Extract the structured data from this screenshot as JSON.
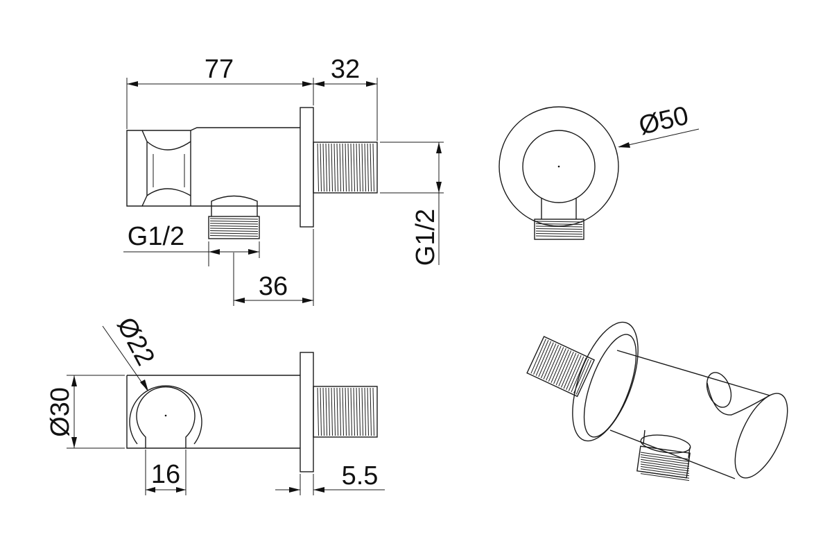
{
  "dimensions": {
    "length_77": "77",
    "length_32": "32",
    "thread_side": "G1/2",
    "thread_bottom": "G1/2",
    "length_36": "36",
    "diameter_50": "Ø50",
    "diameter_22": "Ø22",
    "diameter_30": "Ø30",
    "width_16": "16",
    "flange_5_5": "5.5"
  },
  "colors": {
    "line": "#1a1a1a",
    "background": "#ffffff"
  }
}
